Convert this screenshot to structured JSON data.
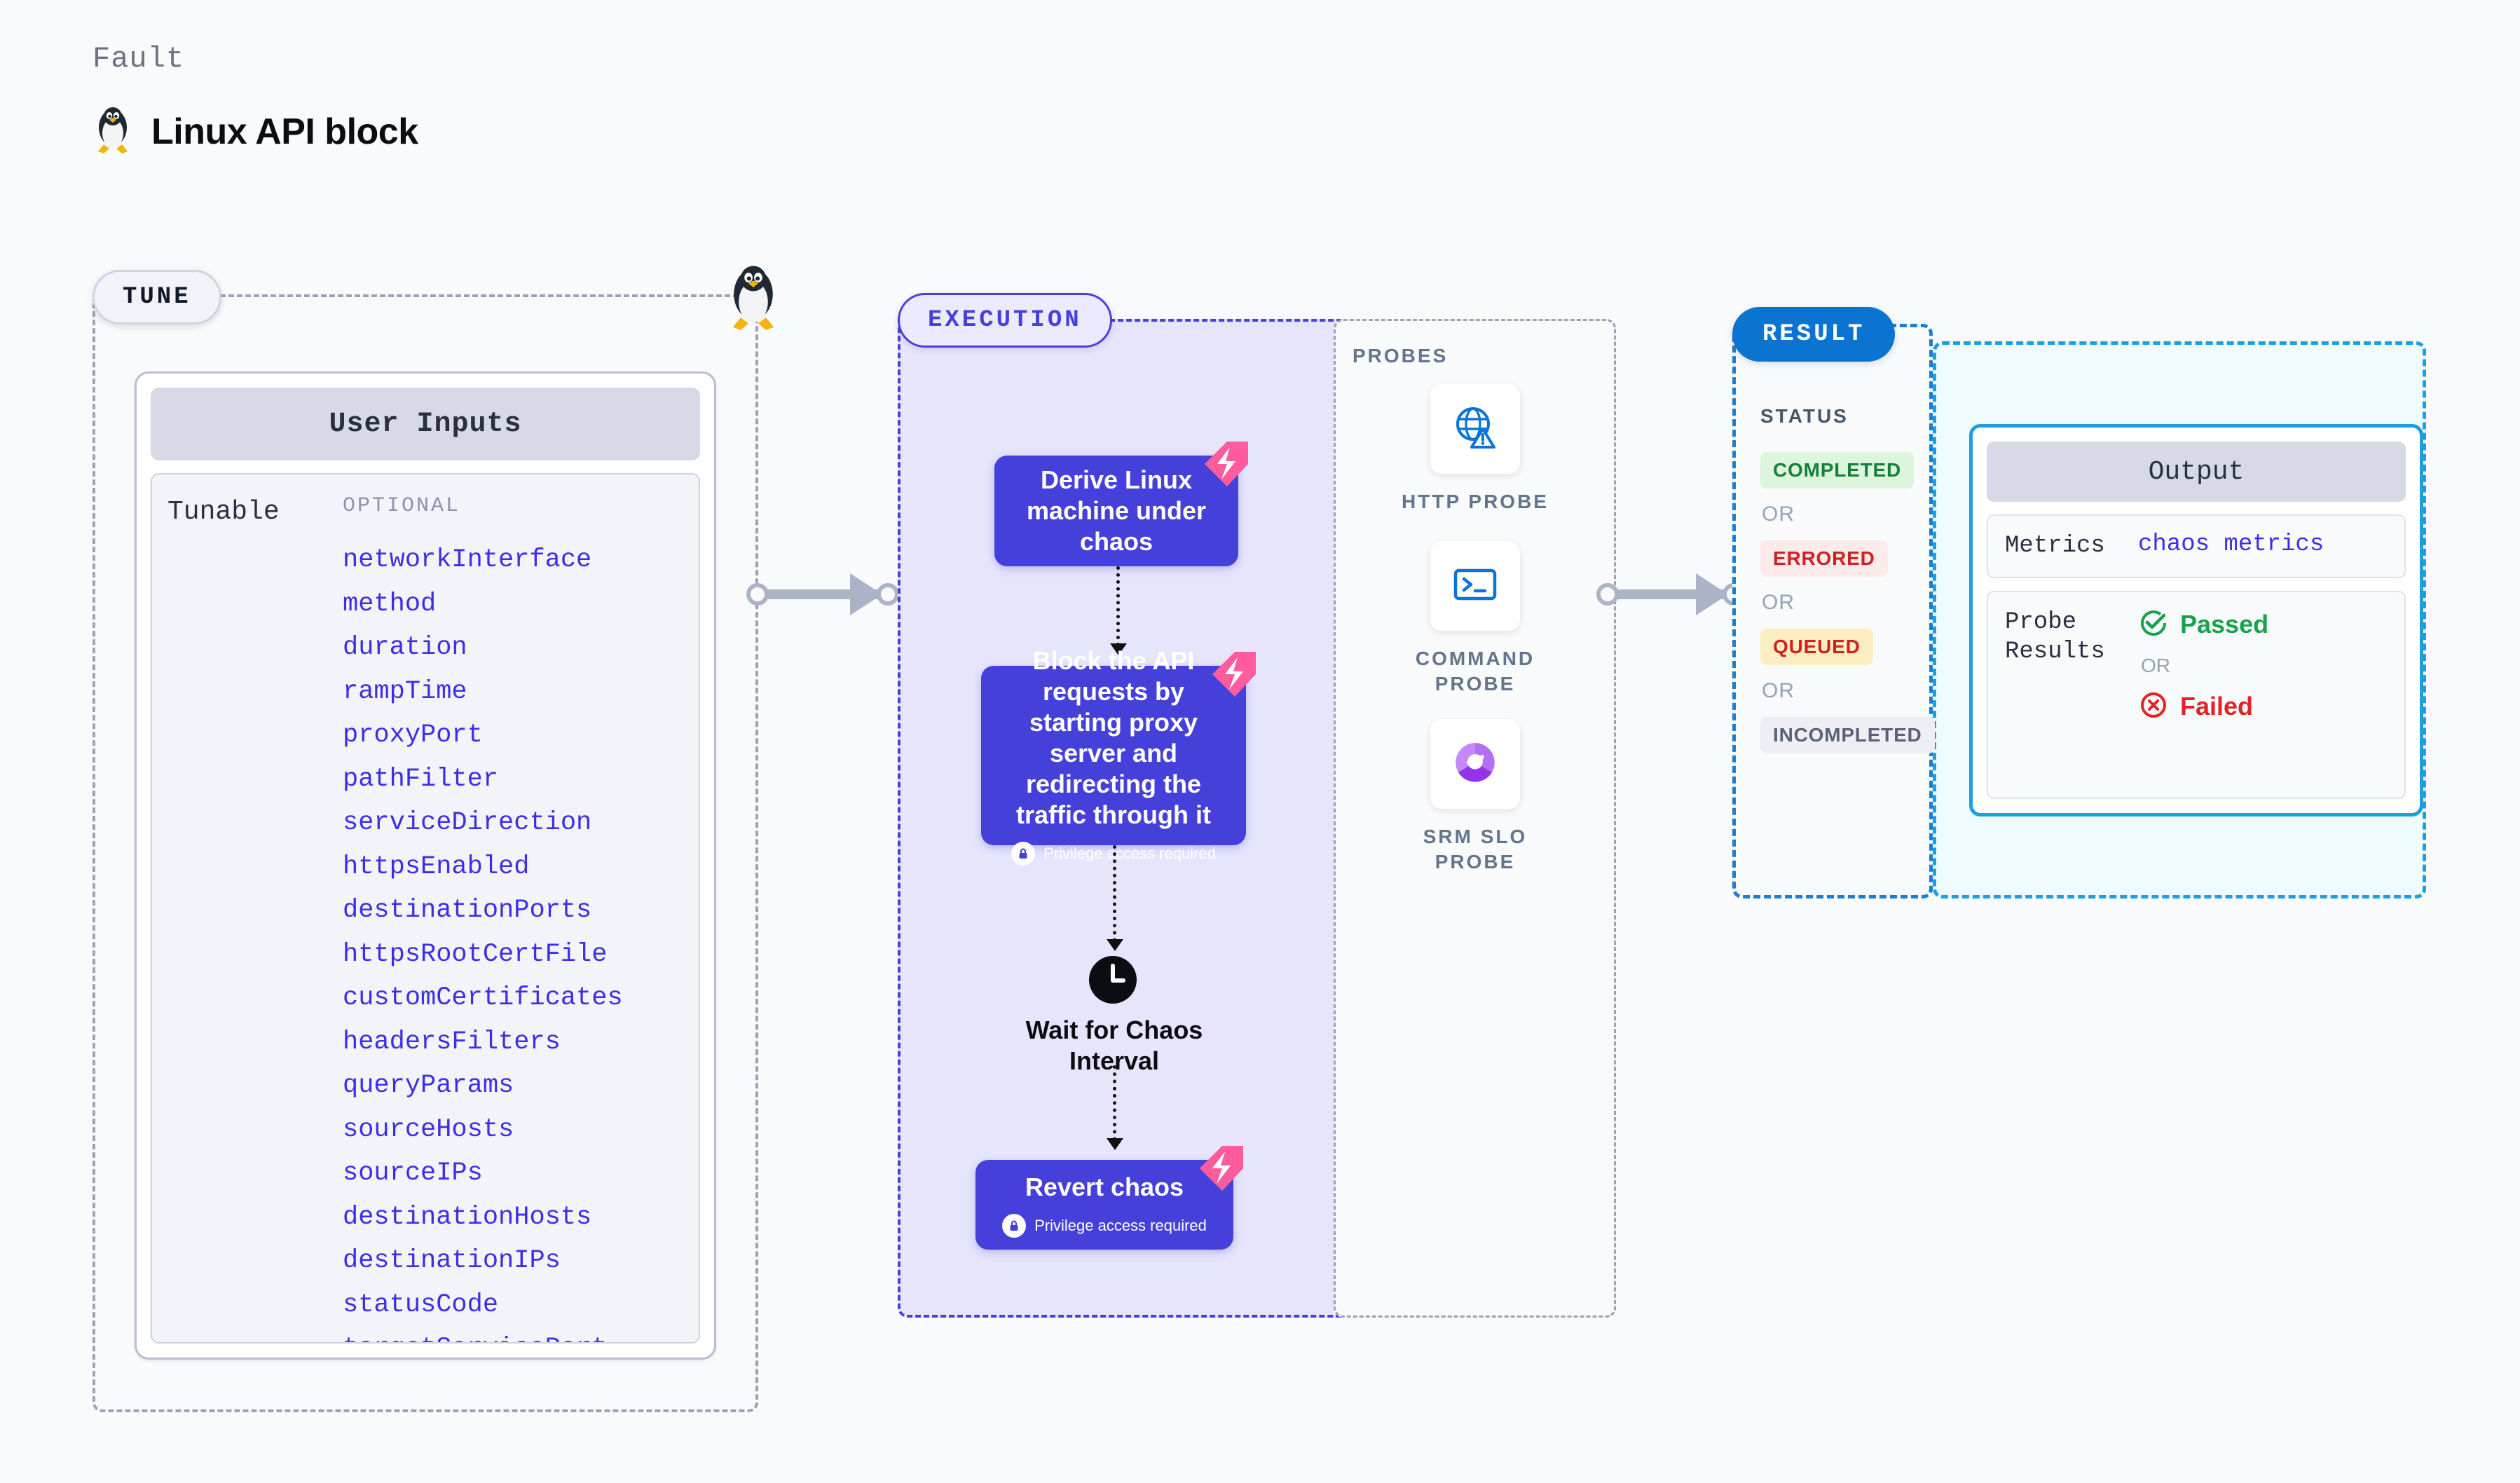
{
  "header": {
    "kicker": "Fault",
    "title": "Linux API block",
    "icon": "tux-penguin-icon"
  },
  "tune": {
    "badge": "TUNE",
    "card_title": "User Inputs",
    "group_label": "Tunable",
    "optional_label": "OPTIONAL",
    "params": [
      "networkInterface",
      "method",
      "duration",
      "rampTime",
      "proxyPort",
      "pathFilter",
      "serviceDirection",
      "httpsEnabled",
      "destinationPorts",
      "httpsRootCertFile",
      "customCertificates",
      "headersFilters",
      "queryParams",
      "sourceHosts",
      "sourceIPs",
      "destinationHosts",
      "destinationIPs",
      "statusCode",
      "targetServicePort"
    ]
  },
  "execution": {
    "badge": "EXECUTION",
    "nodes": [
      {
        "text": "Derive Linux machine under chaos",
        "privilege": null,
        "fault_marker": true
      },
      {
        "text": "Block the API requests by starting proxy server and redirecting the traffic through it",
        "privilege": "Privilege access required",
        "fault_marker": true
      },
      {
        "text": "Revert chaos",
        "privilege": "Privilege access required",
        "fault_marker": true
      }
    ],
    "wait_step": {
      "label": "Wait for Chaos Interval",
      "icon": "clock-icon"
    }
  },
  "probes": {
    "title": "PROBES",
    "items": [
      {
        "label": "HTTP PROBE",
        "icon": "globe-warning-icon"
      },
      {
        "label": "COMMAND PROBE",
        "icon": "terminal-icon"
      },
      {
        "label": "SRM SLO PROBE",
        "icon": "slo-donut-check-icon"
      }
    ]
  },
  "result": {
    "badge": "RESULT",
    "status_title": "STATUS",
    "or_text": "OR",
    "statuses": [
      {
        "label": "COMPLETED",
        "bg": "#ddf5dd",
        "fg": "#15803d"
      },
      {
        "label": "ERRORED",
        "bg": "#fdeaea",
        "fg": "#cc2222"
      },
      {
        "label": "QUEUED",
        "bg": "#fdeec2",
        "fg": "#cc2222"
      },
      {
        "label": "INCOMPLETED",
        "bg": "#edeff5",
        "fg": "#5b6275"
      }
    ],
    "output": {
      "title": "Output",
      "metrics_key": "Metrics",
      "metrics_value": "chaos metrics",
      "probe_results_key": "Probe Results",
      "passed_label": "Passed",
      "failed_label": "Failed",
      "or_text": "OR",
      "passed_icon": "check-circle-icon",
      "failed_icon": "x-circle-icon"
    }
  },
  "colors": {
    "node_purple": "#4640da",
    "exec_bg": "#e6e5fc",
    "result_blue": "#0a74d0",
    "output_cyan": "#1a9fe0",
    "param_blue": "#3d2ee6",
    "fault_pink": "#ff5c9e"
  }
}
